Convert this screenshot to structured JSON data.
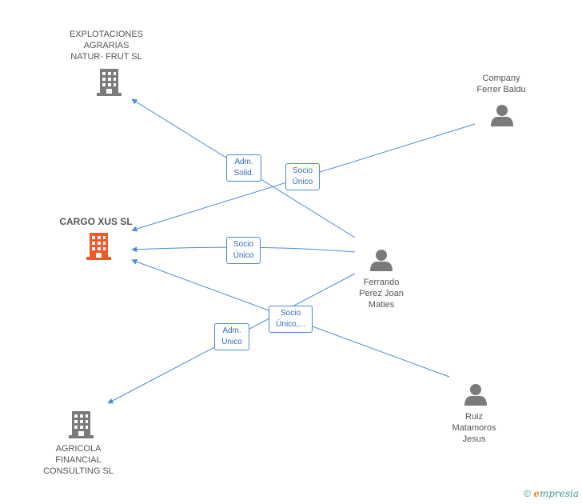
{
  "nodes": {
    "explotaciones": {
      "label": "EXPLOTACIONES\nAGRARIAS\nNATUR- FRUT SL",
      "type": "company"
    },
    "company_ferrer": {
      "label": "Company\nFerrer Baldu",
      "type": "person"
    },
    "cargo_xus": {
      "label": "CARGO XUS SL",
      "type": "company-main"
    },
    "ferrando": {
      "label": "Ferrando\nPerez Joan\nMaties",
      "type": "person"
    },
    "agricola": {
      "label": "AGRICOLA\nFINANCIAL\nCONSULTING  SL",
      "type": "company"
    },
    "ruiz": {
      "label": "Ruiz\nMatamoros\nJesus",
      "type": "person"
    }
  },
  "relations": {
    "adm_solid": {
      "label": "Adm.\nSolid."
    },
    "socio_unico_1": {
      "label": "Socio\nÚnico"
    },
    "socio_unico_2": {
      "label": "Socio\nÚnico"
    },
    "adm_unico": {
      "label": "Adm.\nUnico"
    },
    "socio_unico_3": {
      "label": "Socio\nÚnico,..."
    }
  },
  "colors": {
    "edge": "#4a8ad8",
    "company_icon": "#7a7a7a",
    "main_company_icon": "#f05a28",
    "person_icon": "#7a7a7a"
  },
  "footer": {
    "copyright_symbol": "©",
    "brand_initial": "e",
    "brand_rest": "mpresia"
  }
}
